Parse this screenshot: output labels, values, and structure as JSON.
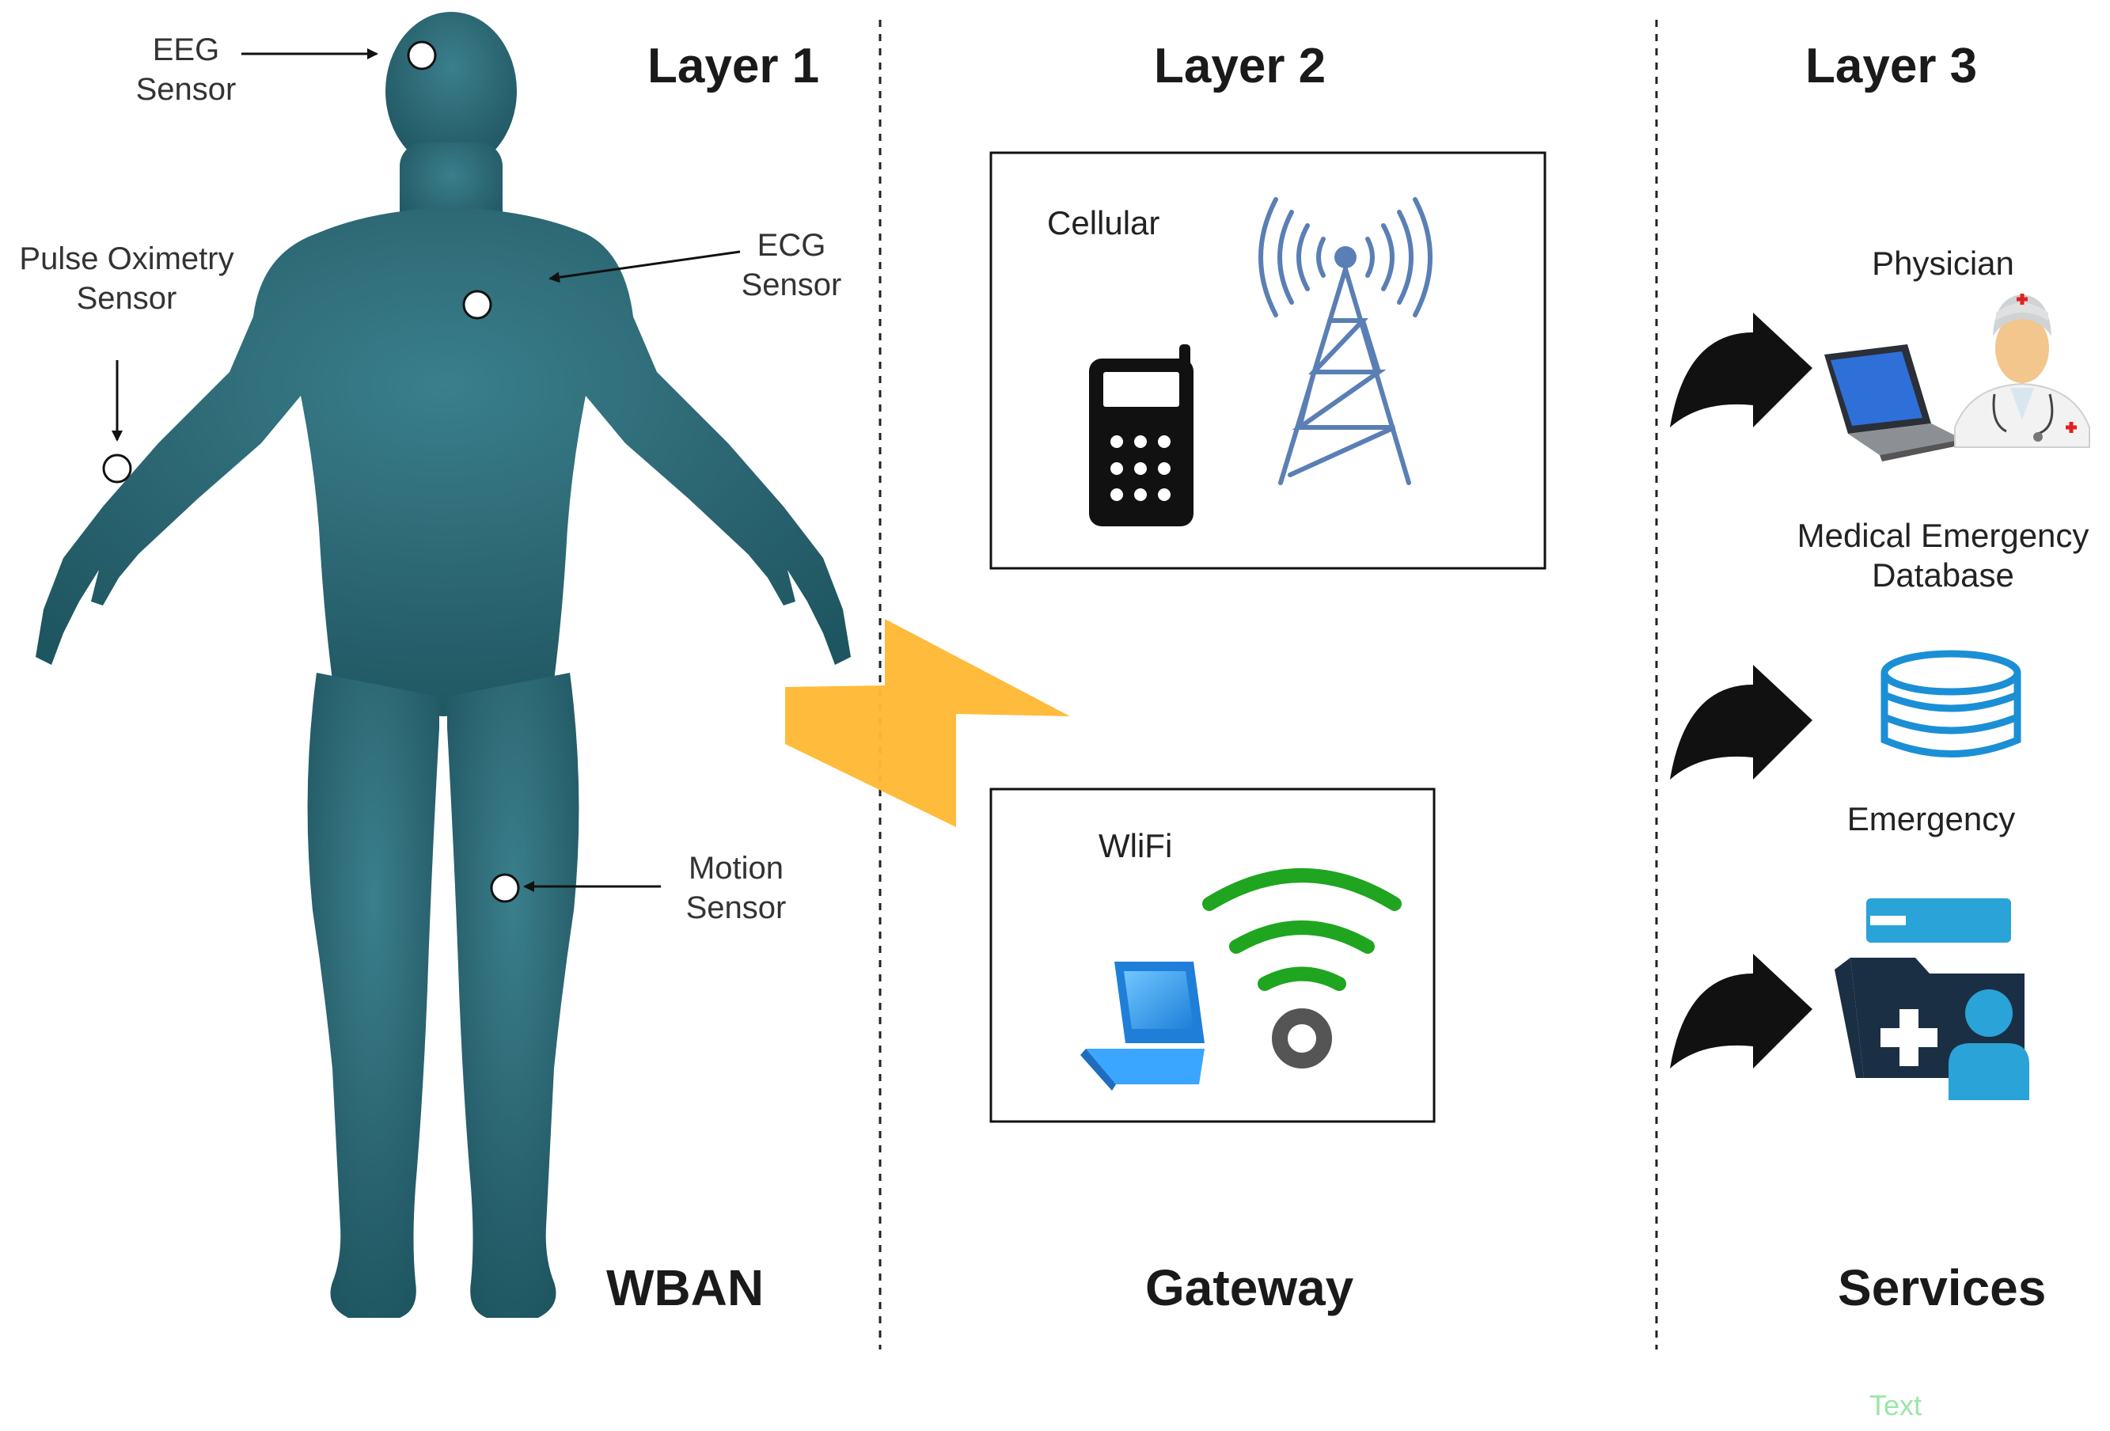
{
  "layers": {
    "layer1": {
      "title": "Layer  1",
      "bottom": "WBAN"
    },
    "layer2": {
      "title": "Layer 2",
      "bottom": "Gateway"
    },
    "layer3": {
      "title": "Layer 3",
      "bottom": "Services"
    }
  },
  "sensors": {
    "eeg": {
      "line1": "EEG",
      "line2": "Sensor"
    },
    "pulse": {
      "line1": "Pulse Oximetry",
      "line2": "Sensor"
    },
    "ecg": {
      "line1": "ECG",
      "line2": "Sensor"
    },
    "motion": {
      "line1": "Motion",
      "line2": "Sensor"
    }
  },
  "gateway": {
    "cellular_label": "Cellular",
    "wifi_label": "WliFi"
  },
  "services": {
    "physician": "Physician",
    "database_line1": "Medical Emergency",
    "database_line2": "Database",
    "emergency": "Emergency"
  },
  "stray_text": "Text",
  "colors": {
    "body": "#2e6b78",
    "lightning": "#ffb833",
    "tower": "#5a7fb5",
    "wifi_arcs": "#1fa51f",
    "database": "#1b8fd6",
    "emergency_icon": "#1b2f44",
    "emergency_accent": "#2aa3d8"
  }
}
